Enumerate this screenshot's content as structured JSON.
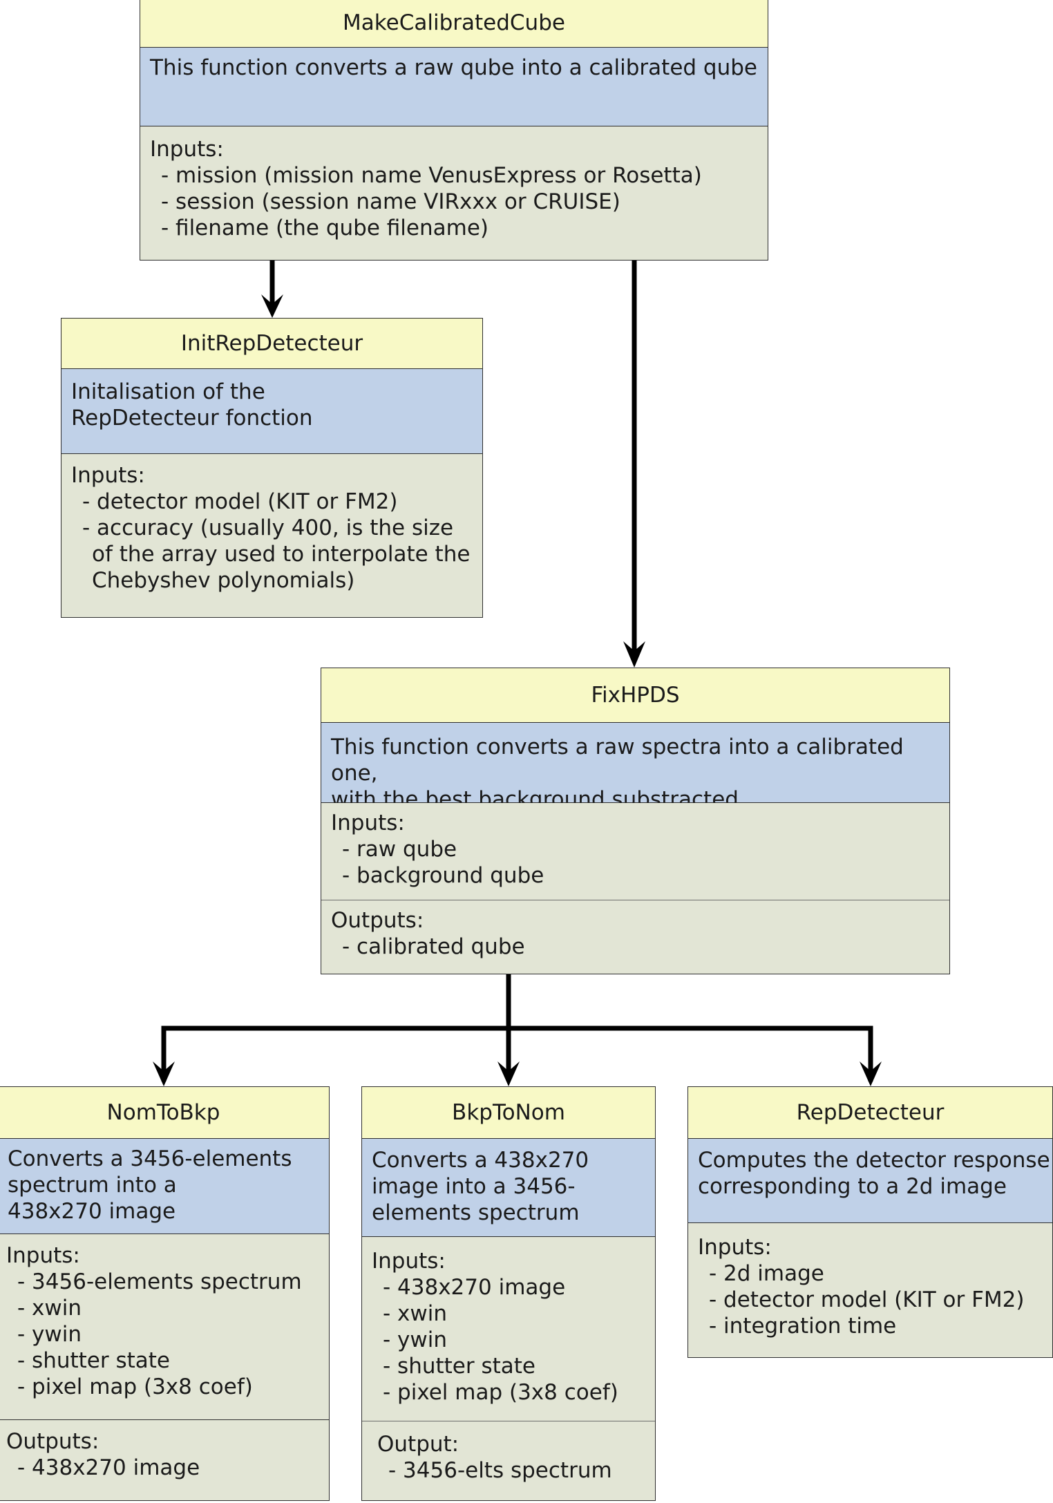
{
  "boxes": {
    "make_calibrated_cube": {
      "title": "MakeCalibratedCube",
      "description": "This function converts a raw qube into a calibrated qube",
      "inputs_label": "Inputs:",
      "inputs": [
        "mission (mission name VenusExpress or Rosetta)",
        "session (session name VIRxxx or CRUISE)",
        "filename (the qube filename)"
      ]
    },
    "init_rep_detecteur": {
      "title": "InitRepDetecteur",
      "description": "Initalisation of the\nRepDetecteur fonction",
      "inputs_label": "Inputs:",
      "inputs": [
        "detector model (KIT or FM2)",
        "accuracy (usually 400, is the size of the array used to interpolate the Chebyshev polynomials)"
      ]
    },
    "fix_hpds": {
      "title": "FixHPDS",
      "description": "This function converts a raw spectra into a calibrated one,\nwith the best background substracted",
      "inputs_label": "Inputs:",
      "inputs": [
        "raw qube",
        "background qube"
      ],
      "outputs_label": "Outputs:",
      "outputs": [
        "calibrated qube"
      ]
    },
    "nom_to_bkp": {
      "title": "NomToBkp",
      "description": "Converts a 3456-elements\nspectrum into a\n438x270 image",
      "inputs_label": "Inputs:",
      "inputs": [
        "3456-elements spectrum",
        "xwin",
        "ywin",
        "shutter state",
        "pixel map (3x8 coef)"
      ],
      "outputs_label": "Outputs:",
      "outputs": [
        "438x270 image"
      ]
    },
    "bkp_to_nom": {
      "title": "BkpToNom",
      "description": "Converts a 438x270\nimage into a 3456-\nelements spectrum",
      "inputs_label": "Inputs:",
      "inputs": [
        "438x270 image",
        "xwin",
        "ywin",
        "shutter state",
        "pixel map (3x8 coef)"
      ],
      "outputs_label": "Output:",
      "outputs": [
        "3456-elts spectrum"
      ]
    },
    "rep_detecteur": {
      "title": "RepDetecteur",
      "description": "Computes the detector response\ncorresponding to a 2d image",
      "inputs_label": "Inputs:",
      "inputs": [
        "2d image",
        "detector model (KIT or FM2)",
        "integration time"
      ]
    }
  }
}
